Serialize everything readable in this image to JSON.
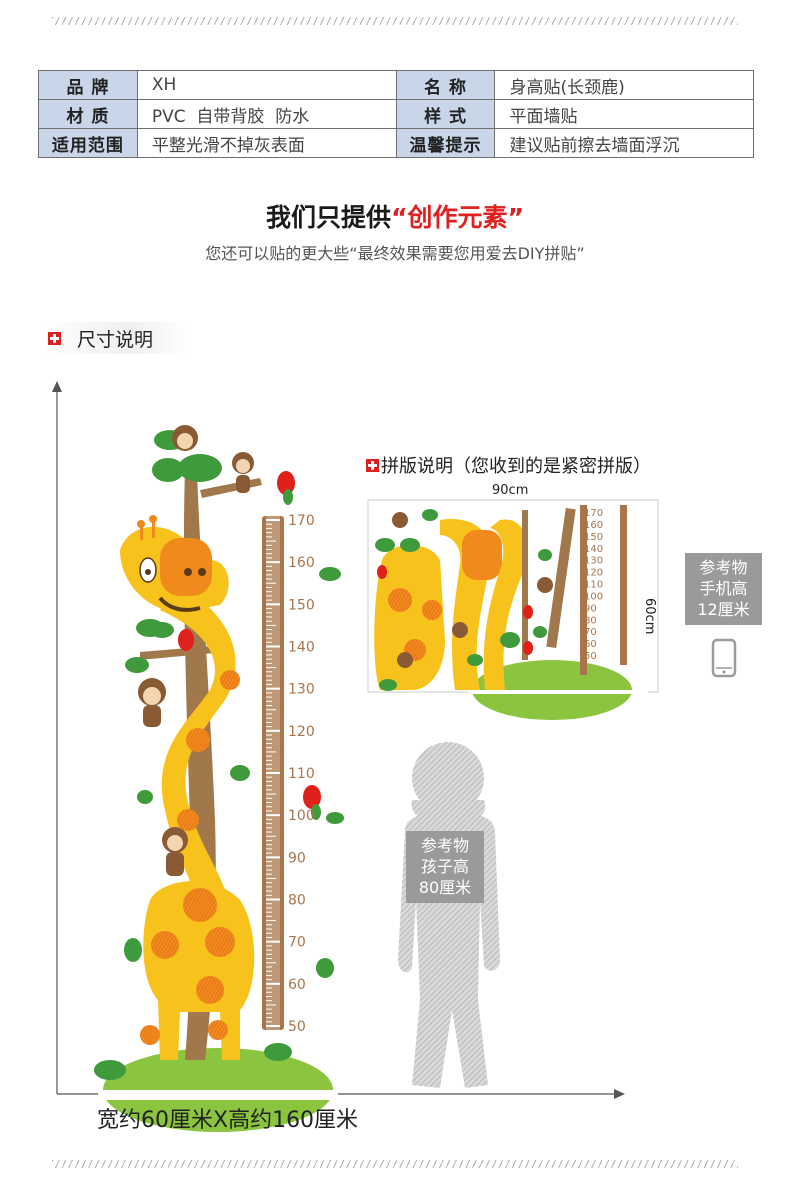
{
  "specs": [
    {
      "k1": "品 牌",
      "v1": "XH",
      "k2": "名 称",
      "v2": "身高贴(长颈鹿)"
    },
    {
      "k1": "材 质",
      "v1": "PVC  自带背胶  防水",
      "k2": "样 式",
      "v2": "平面墙贴"
    },
    {
      "k1": "适用范围",
      "v1": "平整光滑不掉灰表面",
      "k2": "温馨提示",
      "v2": "建议贴前擦去墙面浮沉"
    }
  ],
  "headline": {
    "pre": "我们只提供",
    "open_q": "“",
    "highlight": "创作元素",
    "close_q": "”"
  },
  "subline": "您还可以贴的更大些“最终效果需要您用爱去DIY拼贴”",
  "section_size": "尺寸说明",
  "pattern": {
    "title": "拼版说明（您收到的是紧密拼版）",
    "width": "90cm",
    "height": "60cm",
    "ruler_numbers": [
      "170",
      "160",
      "150",
      "140",
      "130",
      "120",
      "110",
      "100",
      "90",
      "80",
      "70",
      "60",
      "50"
    ]
  },
  "phone_ref": {
    "line1": "参考物",
    "line2": "手机高",
    "line3": "12厘米"
  },
  "child_ref": {
    "line1": "参考物",
    "line2": "孩子高",
    "line3": "80厘米"
  },
  "ruler_numbers": [
    "170",
    "160",
    "150",
    "140",
    "130",
    "120",
    "110",
    "100",
    "90",
    "80",
    "70",
    "60",
    "50"
  ],
  "size_caption": "宽约60厘米X高约160厘米",
  "colors": {
    "accent_red": "#e02020",
    "table_key_bg": "#c9d6ea",
    "giraffe_yellow": "#f7c21b",
    "giraffe_orange": "#f08a1c",
    "ruler_brown": "#a9744a",
    "grass_green": "#8bc43f",
    "ref_gray": "#9a9a9a"
  },
  "icons": [
    "plus-icon",
    "phone-icon",
    "child-silhouette",
    "giraffe-illustration",
    "monkey-illustration",
    "parrot-illustration"
  ]
}
